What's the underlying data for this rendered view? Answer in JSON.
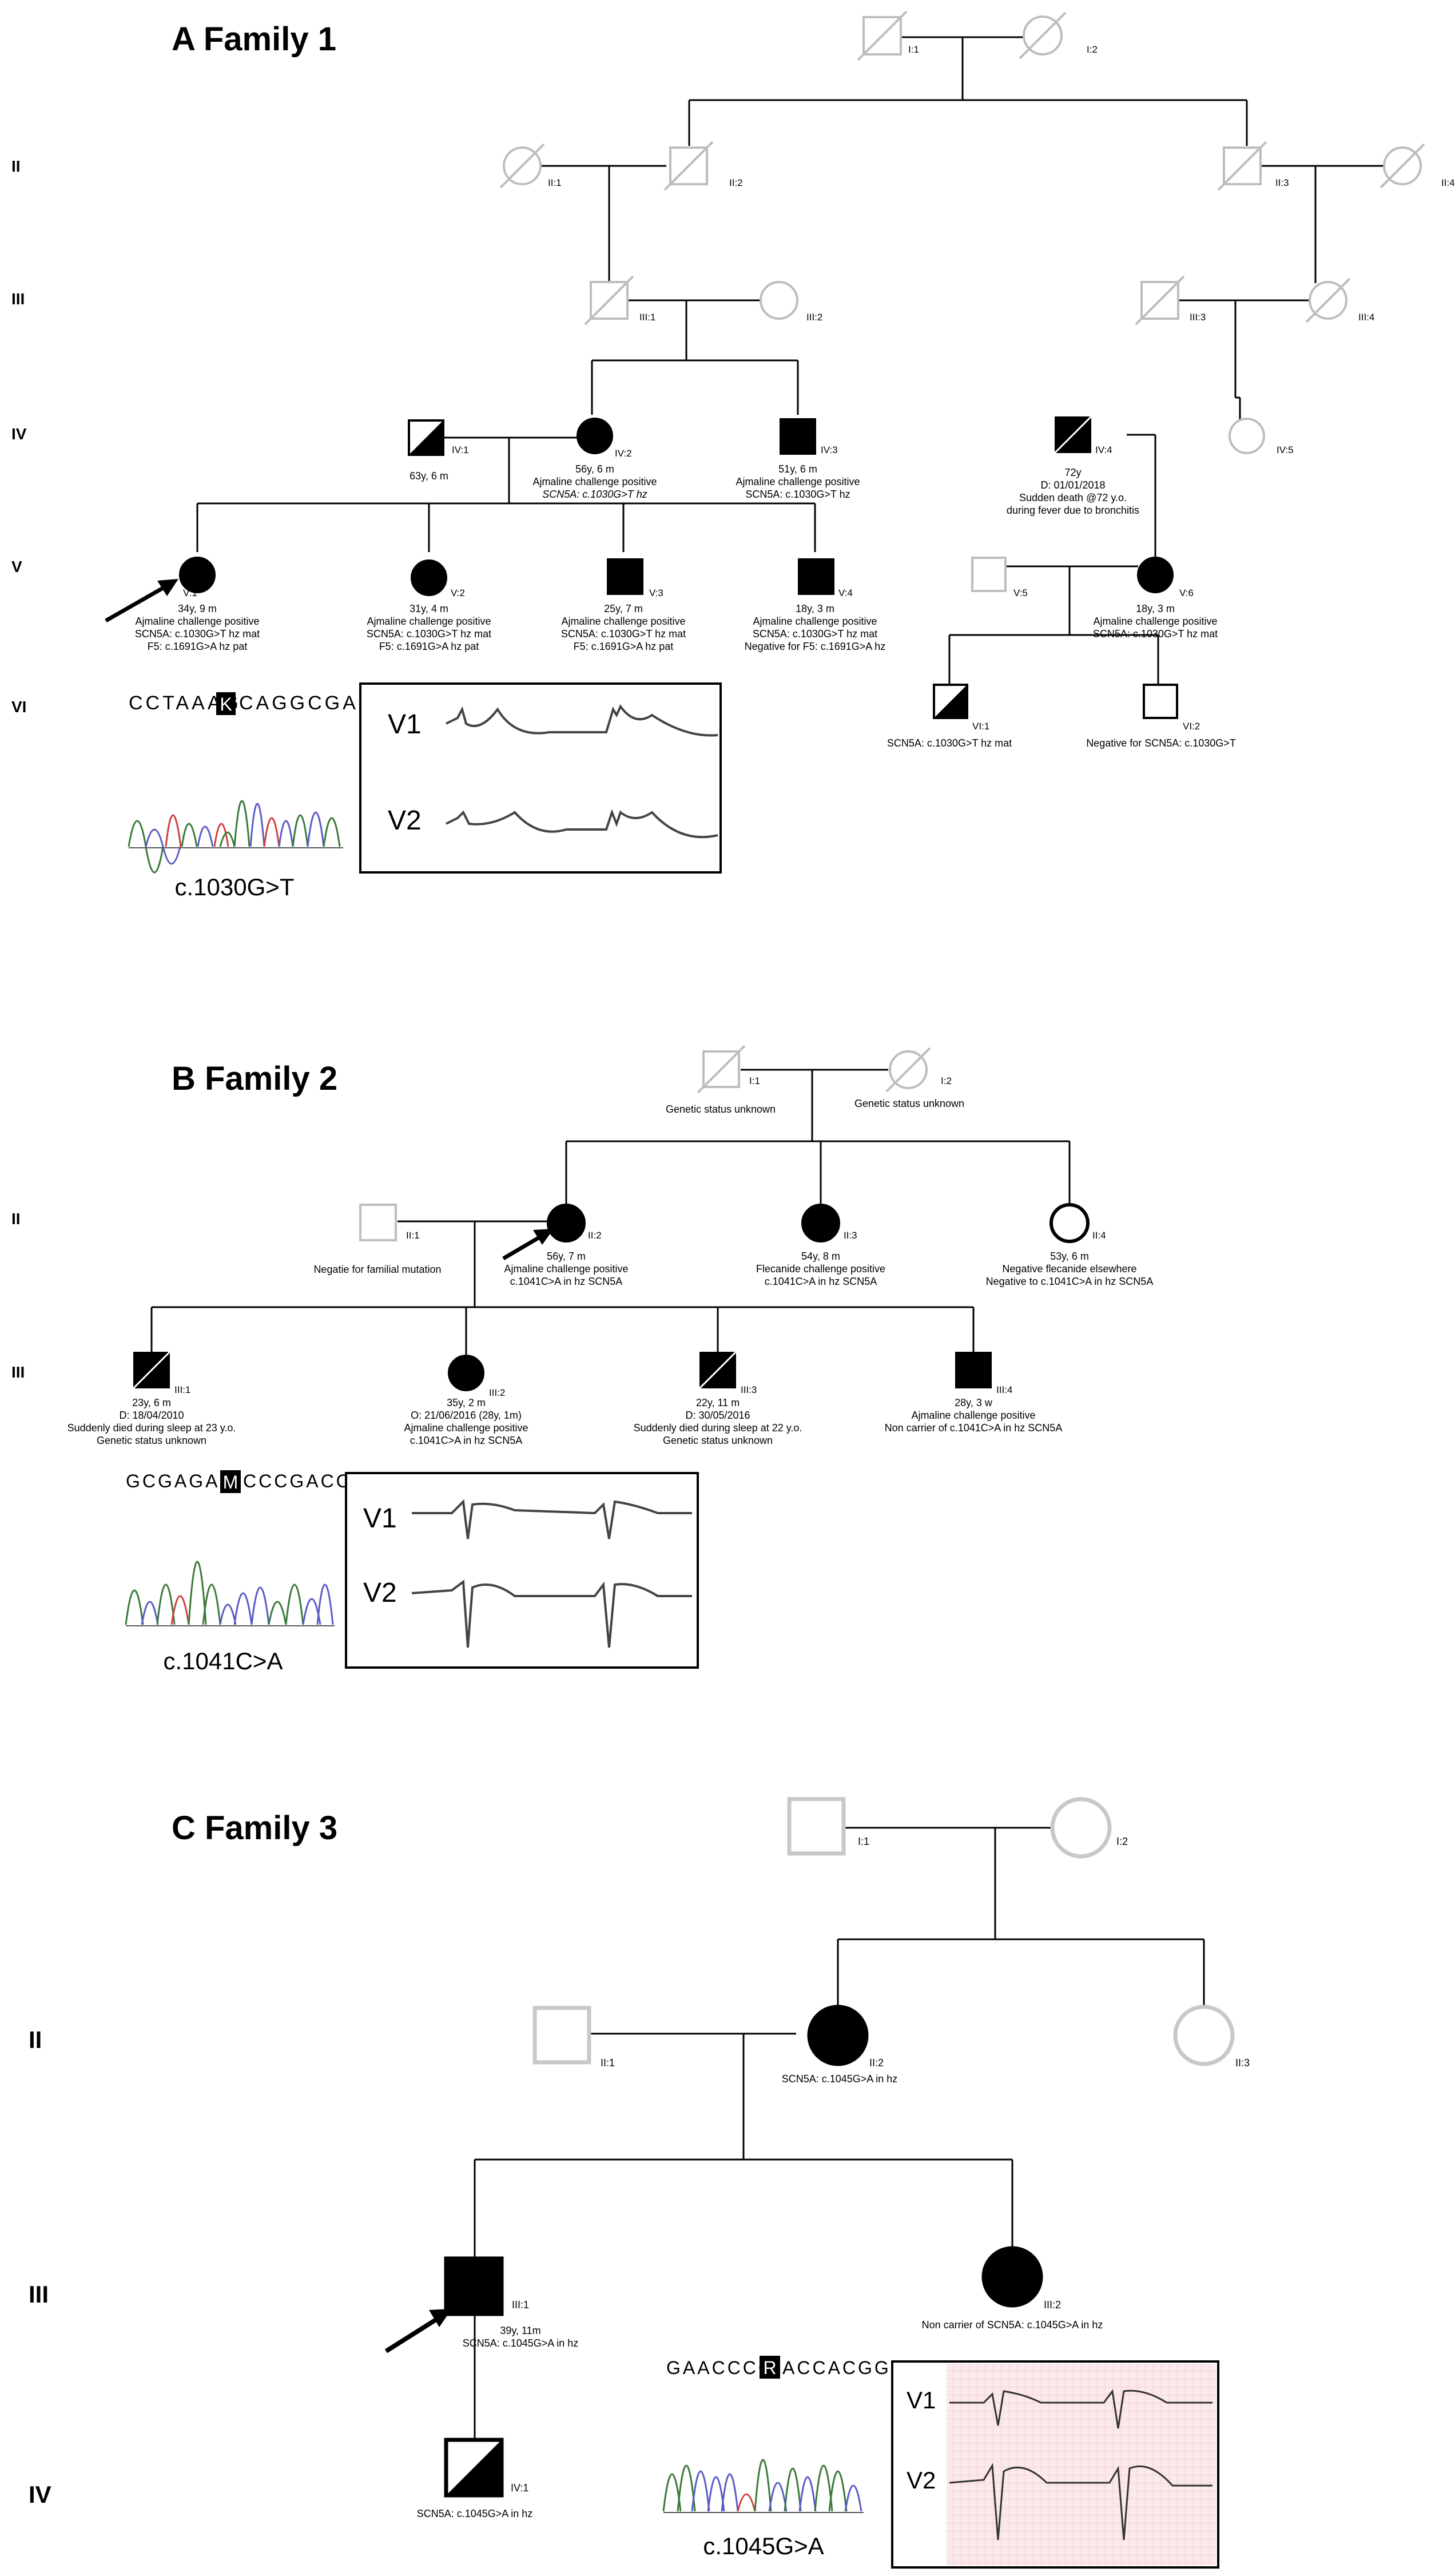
{
  "families": [
    {
      "title": "A Family 1",
      "generations": [
        "II",
        "III",
        "IV",
        "V",
        "VI"
      ],
      "individuals": {
        "I1": {
          "id": "I:1"
        },
        "I2": {
          "id": "I:2"
        },
        "II1": {
          "id": "II:1"
        },
        "II2": {
          "id": "II:2"
        },
        "II3": {
          "id": "II:3"
        },
        "II4": {
          "id": "II:4"
        },
        "III1": {
          "id": "III:1"
        },
        "III2": {
          "id": "III:2"
        },
        "III3": {
          "id": "III:3"
        },
        "III4": {
          "id": "III:4"
        },
        "IV1": {
          "id": "IV:1",
          "lines": [
            "63y, 6 m"
          ]
        },
        "IV2": {
          "id": "IV:2",
          "lines": [
            "56y, 6 m",
            "Ajmaline challenge positive",
            "SCN5A: c.1030G>T hz"
          ]
        },
        "IV3": {
          "id": "IV:3",
          "lines": [
            "51y, 6 m",
            "Ajmaline challenge positive",
            "SCN5A: c.1030G>T hz"
          ]
        },
        "IV4": {
          "id": "IV:4",
          "lines": [
            "72y",
            "D: 01/01/2018",
            "Sudden death @72 y.o.",
            "during fever due to bronchitis"
          ]
        },
        "IV5": {
          "id": "IV:5"
        },
        "V1": {
          "id": "V:1",
          "lines": [
            "34y, 9 m",
            "Ajmaline challenge positive",
            "SCN5A: c.1030G>T hz mat",
            "F5: c.1691G>A hz pat"
          ]
        },
        "V2": {
          "id": "V:2",
          "lines": [
            "31y, 4 m",
            "Ajmaline challenge positive",
            "SCN5A: c.1030G>T hz mat",
            "F5: c.1691G>A hz pat"
          ]
        },
        "V3": {
          "id": "V:3",
          "lines": [
            "25y, 7 m",
            "Ajmaline challenge positive",
            "SCN5A: c.1030G>T hz mat",
            "F5: c.1691G>A hz pat"
          ]
        },
        "V4": {
          "id": "V:4",
          "lines": [
            "18y, 3 m",
            "Ajmaline challenge positive",
            "SCN5A: c.1030G>T hz mat",
            "Negative for F5: c.1691G>A hz"
          ]
        },
        "V5": {
          "id": "V:5"
        },
        "V6": {
          "id": "V:6",
          "lines": [
            "18y, 3 m",
            "Ajmaline challenge positive",
            "SCN5A: c.1030G>T hz mat"
          ]
        },
        "VI1": {
          "id": "VI:1",
          "lines": [
            "SCN5A: c.1030G>T hz mat"
          ]
        },
        "VI2": {
          "id": "VI:2",
          "lines": [
            "Negative for SCN5A: c.1030G>T"
          ]
        }
      },
      "sequence": {
        "before": "CCTAAAG",
        "highlight": "K",
        "after": "CAGGCGA",
        "mutation": "c.1030G>T"
      },
      "ecg": {
        "leads": [
          "V1",
          "V2"
        ]
      }
    },
    {
      "title": "B Family 2",
      "generations": [
        "II",
        "III"
      ],
      "individuals": {
        "I1": {
          "id": "I:1",
          "lines": [
            "Genetic status unknown"
          ]
        },
        "I2": {
          "id": "I:2",
          "lines": [
            "Genetic status unknown"
          ]
        },
        "II1": {
          "id": "II:1",
          "lines": [
            "Negatie for familial mutation"
          ]
        },
        "II2": {
          "id": "II:2",
          "lines": [
            "56y, 7 m",
            "Ajmaline challenge positive",
            "c.1041C>A in hz SCN5A"
          ]
        },
        "II3": {
          "id": "II:3",
          "lines": [
            "54y, 8 m",
            "Flecanide challenge positive",
            "c.1041C>A in hz SCN5A"
          ]
        },
        "II4": {
          "id": "II:4",
          "lines": [
            "53y, 6 m",
            "Negative flecanide elsewhere",
            "Negative to c.1041C>A in hz SCN5A"
          ]
        },
        "III1": {
          "id": "III:1",
          "lines": [
            "23y, 6 m",
            "D: 18/04/2010",
            "Suddenly died during sleep at 23 y.o.",
            "Genetic status unknown"
          ]
        },
        "III2": {
          "id": "III:2",
          "lines": [
            "35y, 2 m",
            "O: 21/06/2016 (28y, 1m)",
            "Ajmaline challenge positive",
            "c.1041C>A in hz SCN5A"
          ]
        },
        "III3": {
          "id": "III:3",
          "lines": [
            "22y, 11 m",
            "D: 30/05/2016",
            "Suddenly died during sleep at 22 y.o.",
            "Genetic status unknown"
          ]
        },
        "III4": {
          "id": "III:4",
          "lines": [
            "28y, 3 w",
            "Ajmaline challenge positive",
            "Non carrier of c.1041C>A in hz SCN5A"
          ]
        }
      },
      "sequence": {
        "before": "GCGAGAA",
        "highlight": "M",
        "after": "CCCGACCA",
        "mutation": "c.1041C>A"
      },
      "ecg": {
        "leads": [
          "V1",
          "V2"
        ]
      }
    },
    {
      "title": "C  Family 3",
      "generations": [
        "II",
        "III",
        "IV"
      ],
      "individuals": {
        "I1": {
          "id": "I:1"
        },
        "I2": {
          "id": "I:2"
        },
        "II1": {
          "id": "II:1"
        },
        "II2": {
          "id": "II:2",
          "lines": [
            "SCN5A: c.1045G>A in hz"
          ]
        },
        "II3": {
          "id": "II:3"
        },
        "III1": {
          "id": "III:1",
          "lines": [
            "39y, 11m",
            "SCN5A: c.1045G>A in hz"
          ]
        },
        "III2": {
          "id": "III:2",
          "lines": [
            "Non carrier of SCN5A: c.1045G>A in hz"
          ]
        },
        "IV1": {
          "id": "IV:1",
          "lines": [
            "SCN5A: c.1045G>A in hz"
          ]
        }
      },
      "sequence": {
        "before": "GAACCCC",
        "highlight": "R",
        "after": "ACCACGG",
        "mutation": "c.1045G>A"
      },
      "ecg": {
        "leads": [
          "V1",
          "V2"
        ]
      }
    }
  ]
}
